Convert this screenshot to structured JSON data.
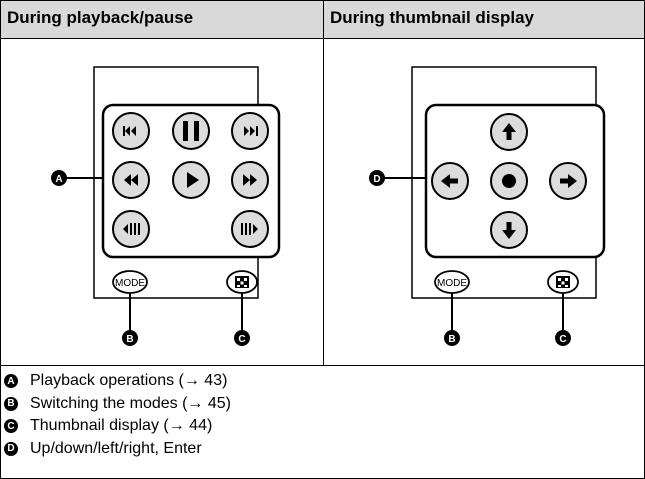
{
  "headers": {
    "left": "During playback/pause",
    "right": "During thumbnail display"
  },
  "buttons": {
    "mode_label": "MODE"
  },
  "callouts": {
    "a": "A",
    "b": "B",
    "c": "C",
    "d": "D"
  },
  "legend": [
    {
      "badge": "A",
      "text": "Playback operations (→ 43)"
    },
    {
      "badge": "B",
      "text": "Switching the modes (→ 45)"
    },
    {
      "badge": "C",
      "text": "Thumbnail display (→ 44)"
    },
    {
      "badge": "D",
      "text": "Up/down/left/right, Enter"
    }
  ],
  "icons": {
    "playback": [
      "skip-previous-icon",
      "pause-icon",
      "skip-next-icon",
      "rewind-icon",
      "play-icon",
      "fast-forward-icon",
      "slow-rewind-icon",
      "slow-forward-icon"
    ],
    "thumbnail": [
      "arrow-up-icon",
      "arrow-left-icon",
      "enter-icon",
      "arrow-right-icon",
      "arrow-down-icon"
    ],
    "bottom": [
      "mode-button",
      "thumbnail-grid-icon"
    ]
  },
  "colors": {
    "header_bg": "#d9d9d9",
    "panel_bg": "#ffffff",
    "button_fill": "#dcdcdc",
    "ink": "#000000"
  }
}
